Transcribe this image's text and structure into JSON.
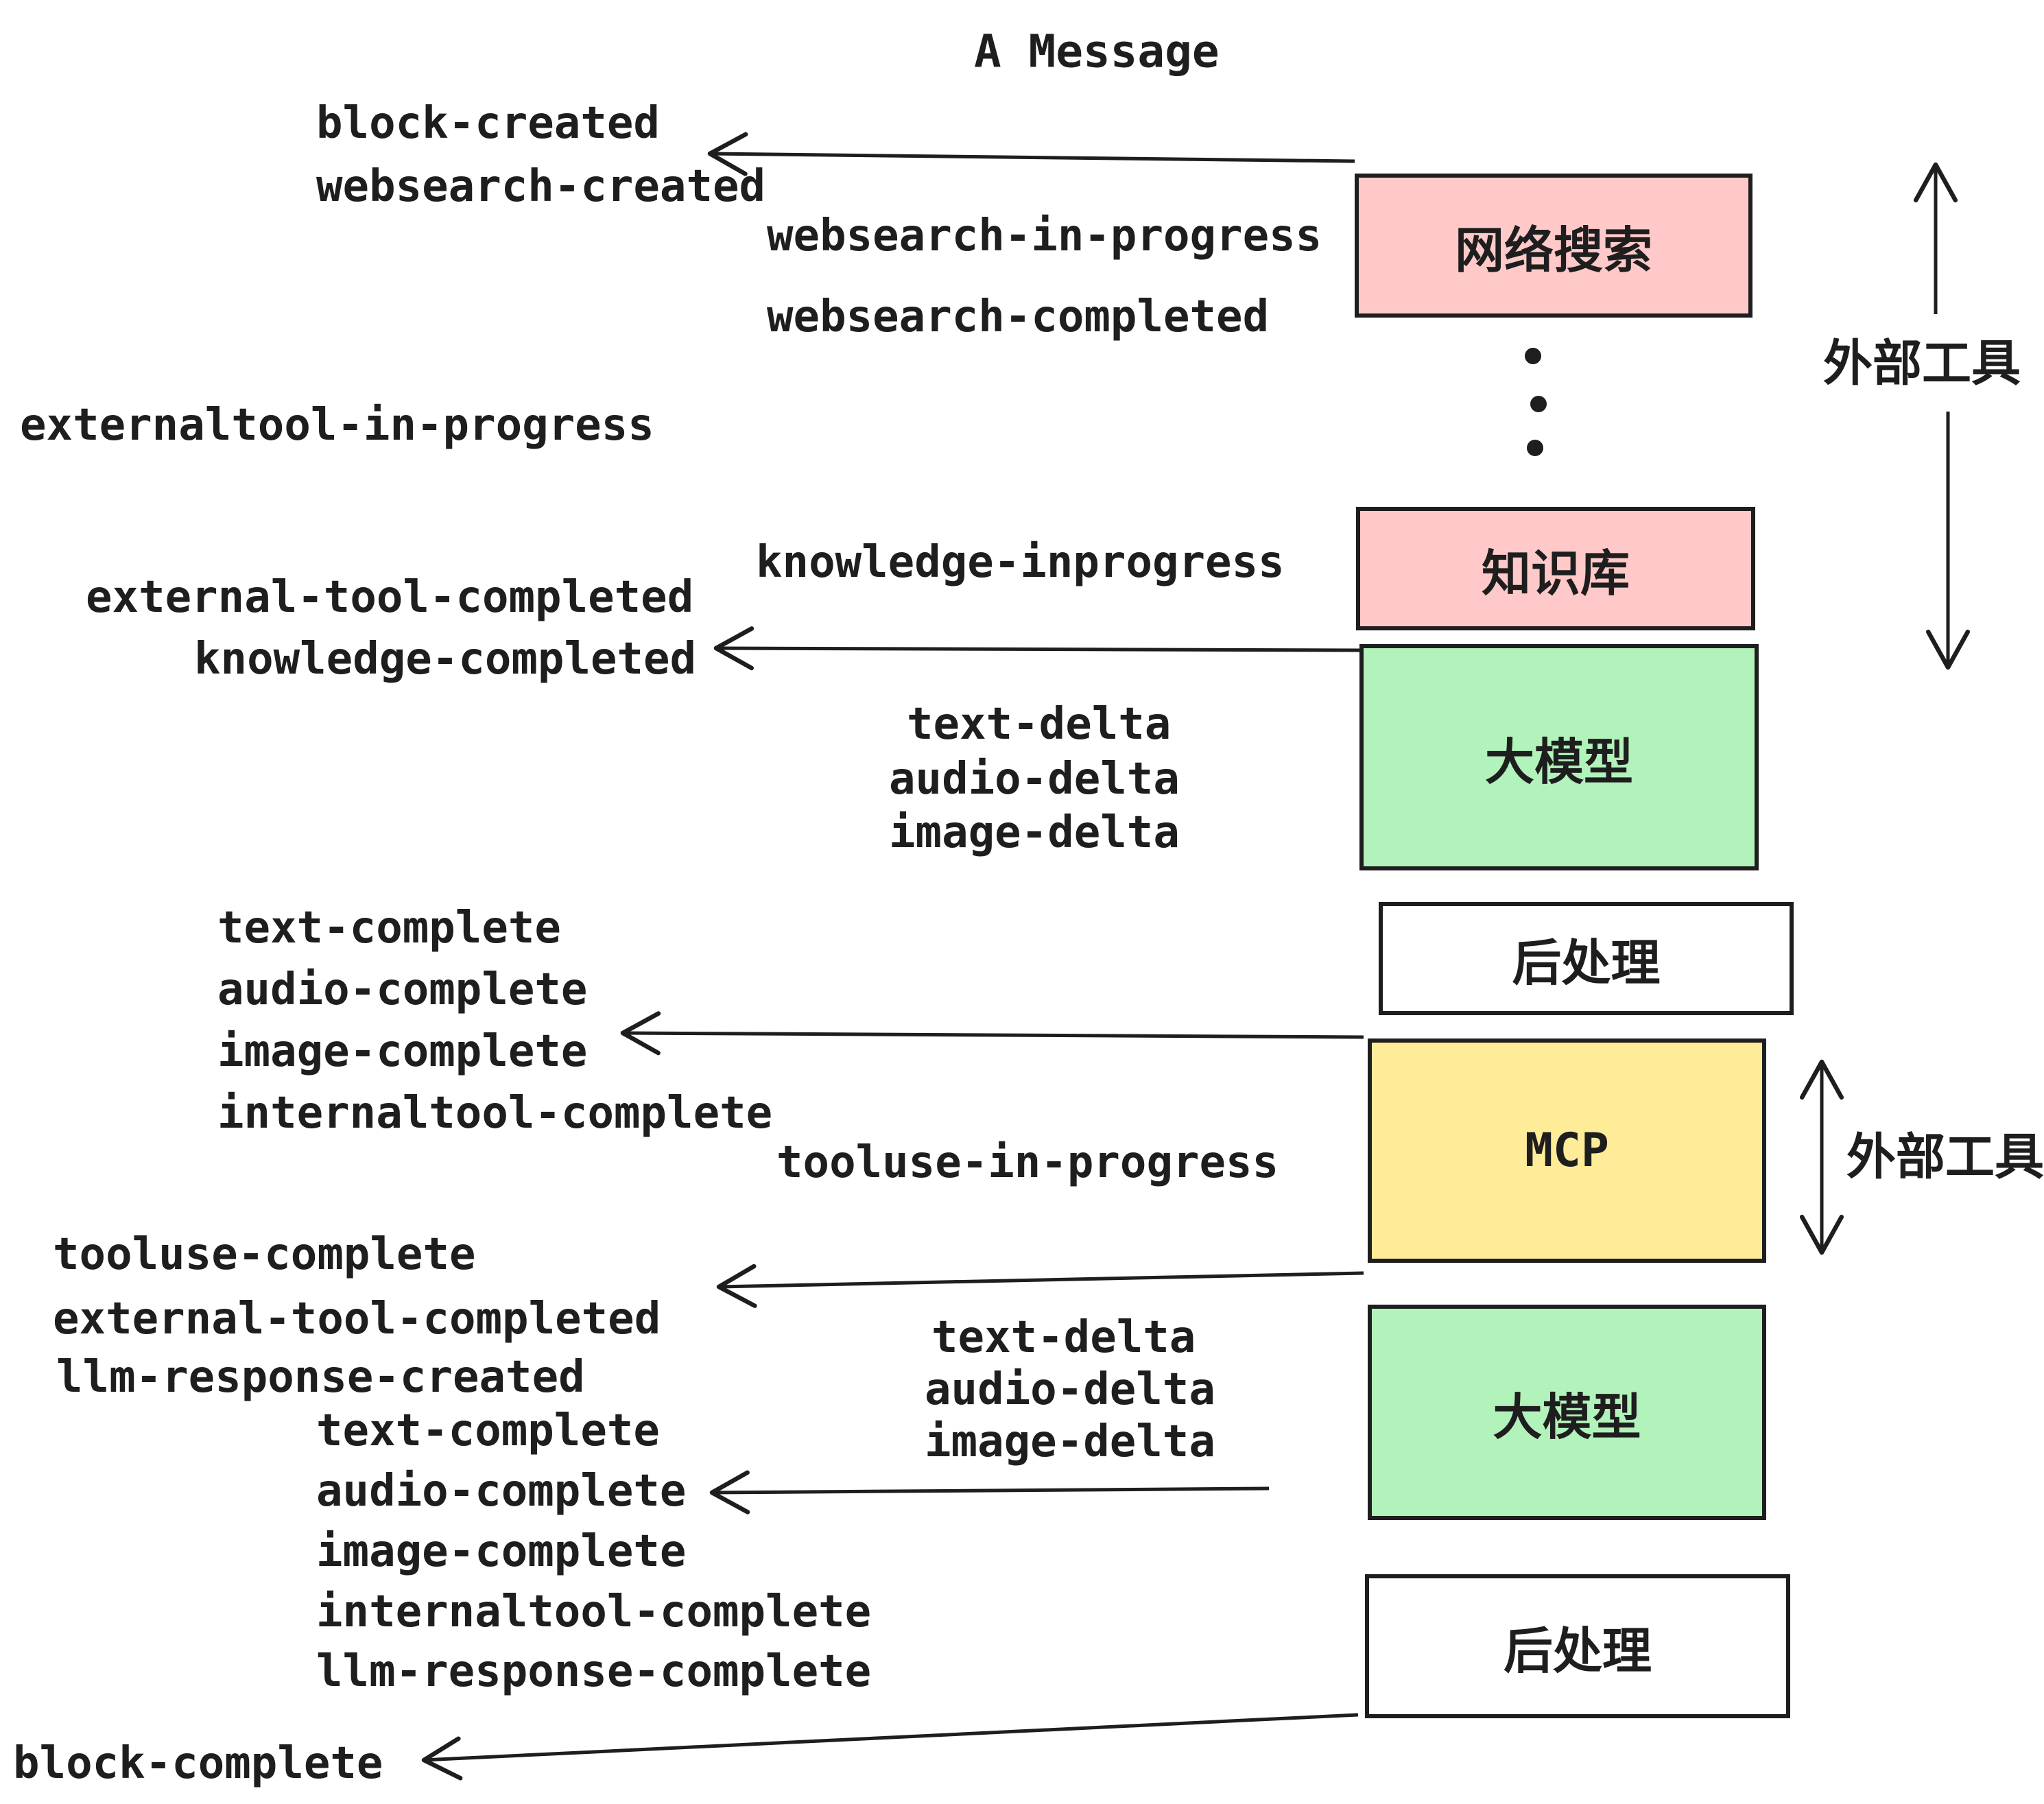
{
  "title": "A Message",
  "colors": {
    "ink": "#1e1e1e",
    "pink": "#ffc9c9",
    "green": "#b2f2bb",
    "yellow": "#ffec99",
    "white": "#ffffff"
  },
  "boxes": {
    "websearch": "网络搜索",
    "knowledge": "知识库",
    "llm_top": "大模型",
    "post_top": "后处理",
    "mcp": "MCP",
    "llm_bottom": "大模型",
    "post_bottom": "后处理"
  },
  "side_labels": {
    "external_tool_top": "外部工具",
    "external_tool_mcp": "外部工具"
  },
  "events": {
    "block_created": "block-created",
    "websearch_created": "websearch-created",
    "websearch_in_progress": "websearch-in-progress",
    "websearch_completed": "websearch-completed",
    "externaltool_in_progress": "externaltool-in-progress",
    "knowledge_inprogress": "knowledge-inprogress",
    "external_tool_completed_top": "external-tool-completed",
    "knowledge_completed": "knowledge-completed",
    "text_delta_top": "text-delta",
    "audio_delta_top": "audio-delta",
    "image_delta_top": "image-delta",
    "text_complete_top": "text-complete",
    "audio_complete_top": "audio-complete",
    "image_complete_top": "image-complete",
    "internaltool_complete_top": "internaltool-complete",
    "tooluse_in_progress": "tooluse-in-progress",
    "tooluse_complete": "tooluse-complete",
    "external_tool_completed_bottom": "external-tool-completed",
    "llm_response_created": "llm-response-created",
    "text_complete_bottom": "text-complete",
    "audio_complete_bottom": "audio-complete",
    "image_complete_bottom": "image-complete",
    "internaltool_complete_bottom": "internaltool-complete",
    "llm_response_complete": "llm-response-complete",
    "block_complete": "block-complete",
    "text_delta_bottom": "text-delta",
    "audio_delta_bottom": "audio-delta",
    "image_delta_bottom": "image-delta"
  }
}
